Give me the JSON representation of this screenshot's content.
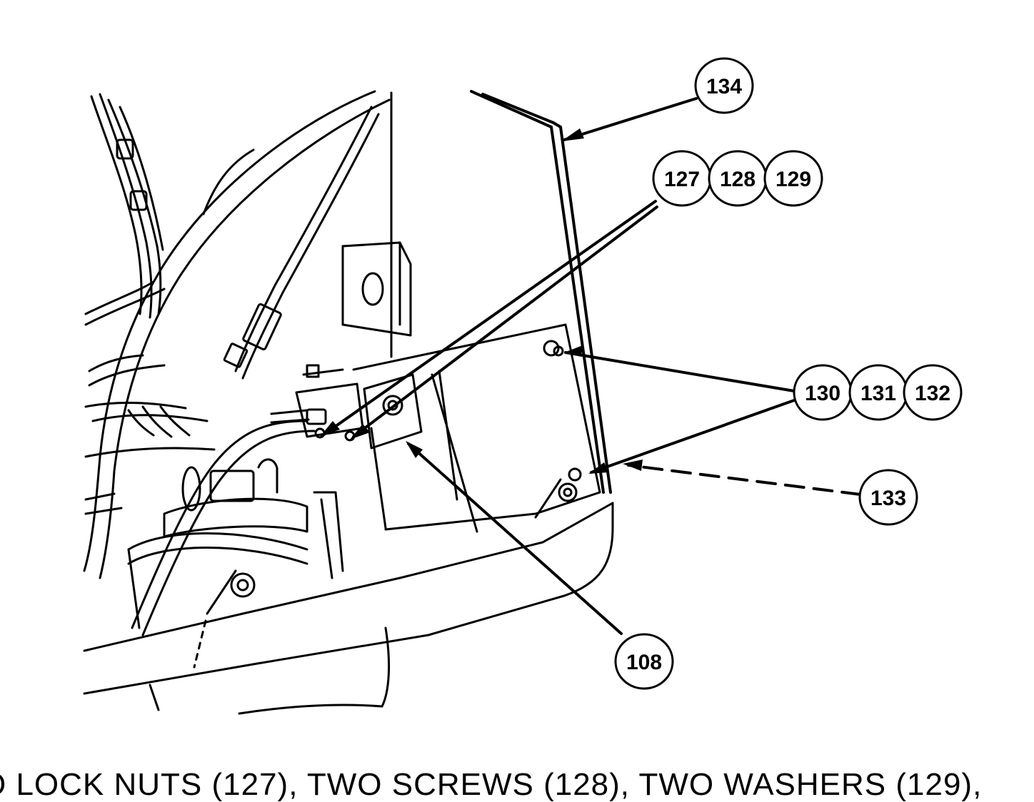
{
  "callouts": [
    {
      "id": "c134",
      "label": "134"
    },
    {
      "id": "c127",
      "label": "127"
    },
    {
      "id": "c128",
      "label": "128"
    },
    {
      "id": "c129",
      "label": "129"
    },
    {
      "id": "c130",
      "label": "130"
    },
    {
      "id": "c131",
      "label": "131"
    },
    {
      "id": "c132",
      "label": "132"
    },
    {
      "id": "c133",
      "label": "133"
    },
    {
      "id": "c108",
      "label": "108"
    }
  ],
  "caption": {
    "text": "O LOCK NUTS (127), TWO SCREWS (128), TWO WASHERS (129),"
  }
}
